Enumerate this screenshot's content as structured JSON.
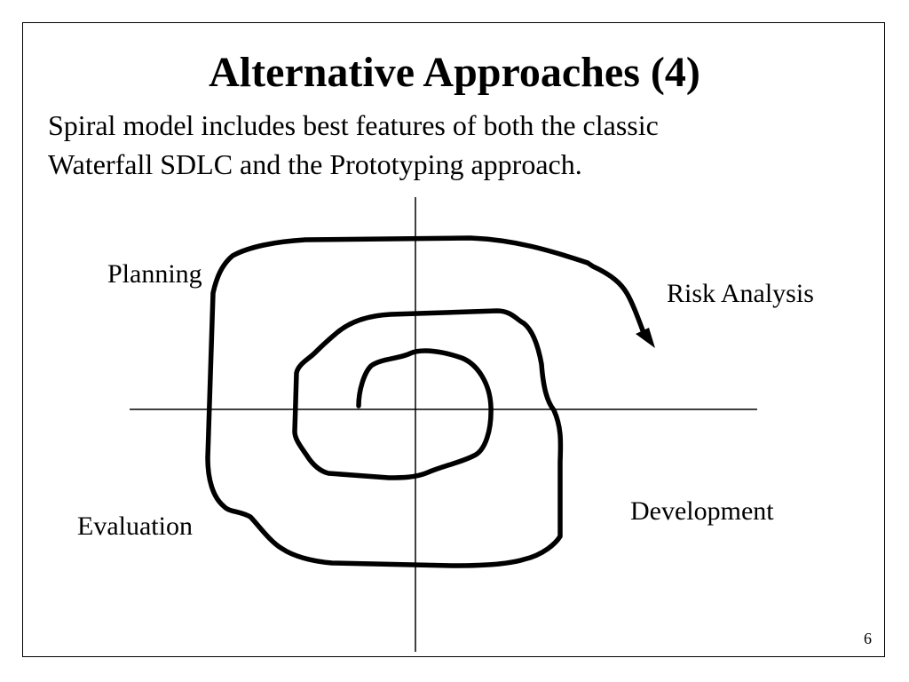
{
  "slide": {
    "title": "Alternative Approaches (4)",
    "body_lines": [
      "Spiral model includes best features of both the classic",
      "Waterfall SDLC and the Prototyping approach."
    ],
    "quadrants": {
      "top_left": "Planning",
      "top_right": "Risk Analysis",
      "bottom_left": "Evaluation",
      "bottom_right": "Development"
    },
    "page_number": "6"
  }
}
